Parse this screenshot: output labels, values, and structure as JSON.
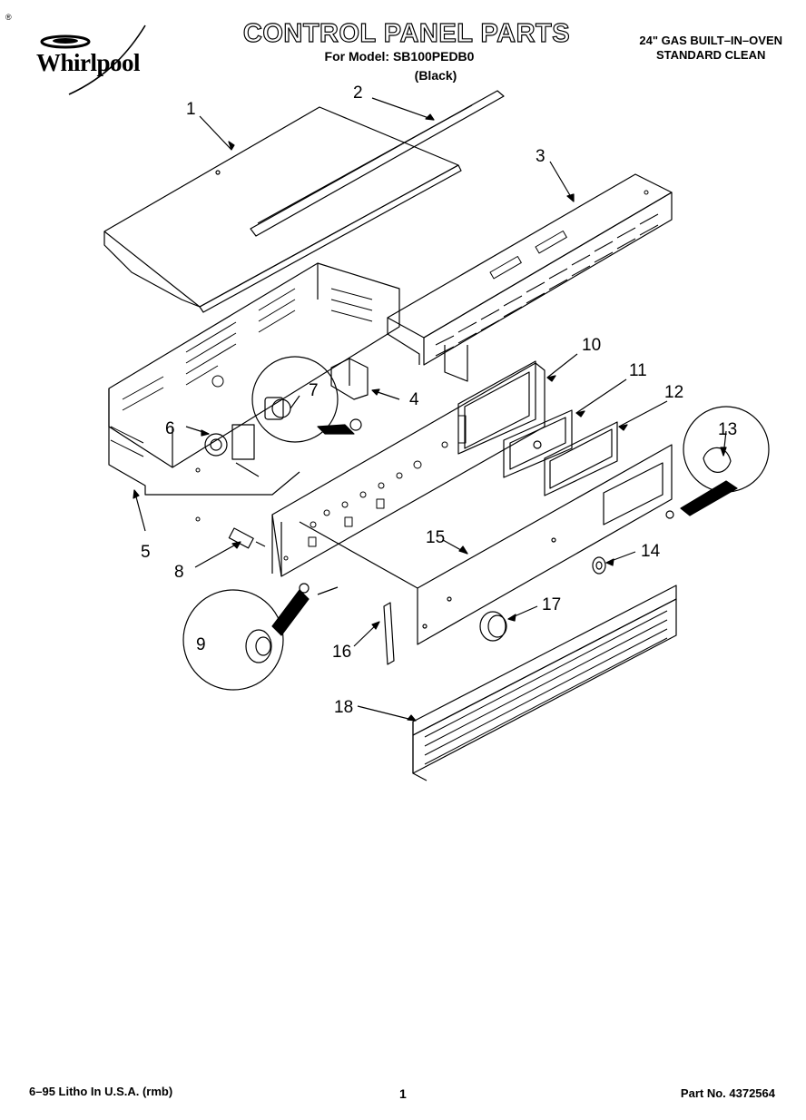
{
  "header": {
    "brand": "Whirlpool",
    "mark": "®",
    "title": "CONTROL PANEL PARTS",
    "model_line": "For Model: SB100PEDB0",
    "color": "(Black)",
    "description_line1": "24\" GAS BUILT–IN–OVEN",
    "description_line2": "STANDARD CLEAN"
  },
  "callouts": [
    "1",
    "2",
    "3",
    "4",
    "5",
    "6",
    "7",
    "8",
    "9",
    "10",
    "11",
    "12",
    "13",
    "14",
    "15",
    "16",
    "17",
    "18"
  ],
  "footer": {
    "date_litho": "6–95 Litho In U.S.A. (rmb)",
    "page": "1",
    "part_no": "Part No. 4372564"
  }
}
